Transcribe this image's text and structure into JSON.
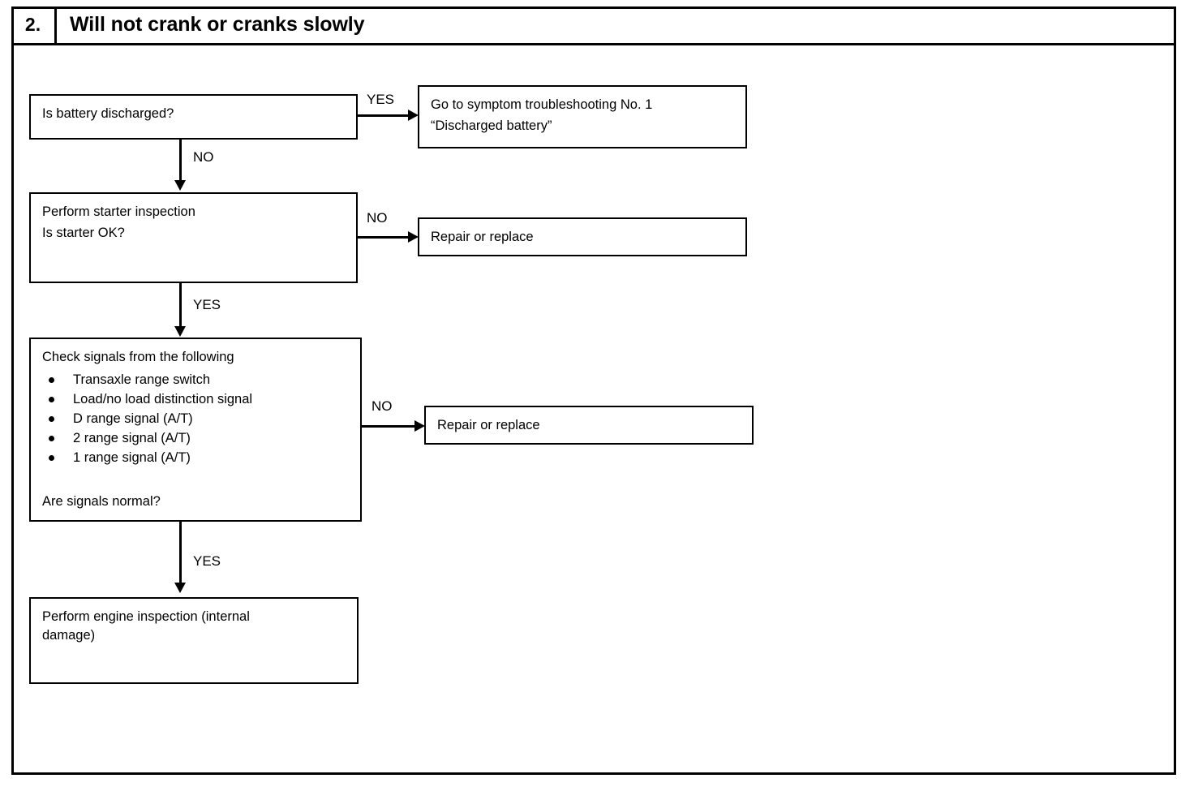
{
  "header": {
    "number": "2.",
    "title": "Will not crank or cranks slowly"
  },
  "flow": {
    "box_battery": "Is battery discharged?",
    "box_goto_line1": "Go to symptom troubleshooting No. 1",
    "box_goto_line2": "“Discharged battery”",
    "box_starter_line1": "Perform starter inspection",
    "box_starter_line2": "Is starter OK?",
    "box_repair_starter": "Repair or replace",
    "box_signals_title": "Check signals from the following",
    "box_signals_items": [
      "Transaxle range switch",
      "Load/no load distinction signal",
      "D range signal (A/T)",
      "2 range signal (A/T)",
      "1 range signal (A/T)"
    ],
    "box_signals_question": "Are signals normal?",
    "box_repair_signals": "Repair or replace",
    "box_engine_line1": "Perform engine inspection (internal",
    "box_engine_line2": "damage)"
  },
  "labels": {
    "yes_battery": "YES",
    "no_battery": "NO",
    "no_starter": "NO",
    "yes_starter": "YES",
    "no_signals": "NO",
    "yes_signals": "YES"
  },
  "colors": {
    "ink": "#000000",
    "paper": "#ffffff"
  }
}
